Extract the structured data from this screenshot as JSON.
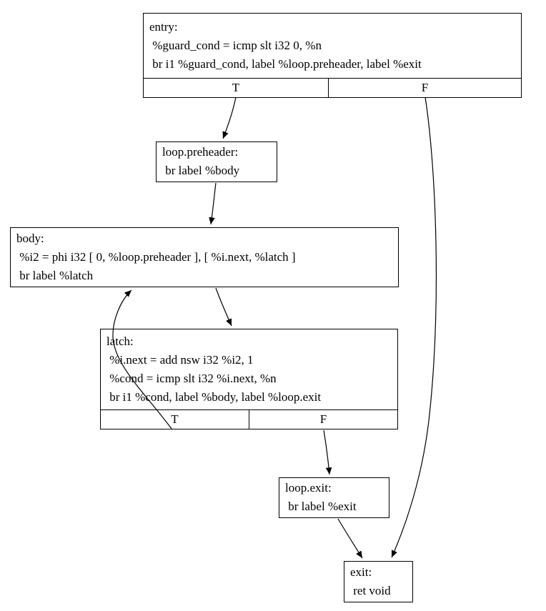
{
  "diagram": {
    "kind": "control-flow-graph",
    "colors": {
      "background": "#ffffff",
      "node_border": "#000000",
      "edge": "#000000",
      "text": "#000000"
    },
    "nodes": {
      "entry": {
        "lines": {
          "0": "entry:",
          "1": " %guard_cond = icmp slt i32 0, %n",
          "2": " br i1 %guard_cond, label %loop.preheader, label %exit"
        },
        "ports": {
          "t": "T",
          "f": "F"
        }
      },
      "loop_preheader": {
        "lines": {
          "0": "loop.preheader:",
          "1": " br label %body"
        }
      },
      "body": {
        "lines": {
          "0": "body:",
          "1": " %i2 = phi i32 [ 0, %loop.preheader ], [ %i.next, %latch ]",
          "2": " br label %latch"
        }
      },
      "latch": {
        "lines": {
          "0": "latch:",
          "1": " %i.next = add nsw i32 %i2, 1",
          "2": " %cond = icmp slt i32 %i.next, %n",
          "3": " br i1 %cond, label %body, label %loop.exit"
        },
        "ports": {
          "t": "T",
          "f": "F"
        }
      },
      "loop_exit": {
        "lines": {
          "0": "loop.exit:",
          "1": " br label %exit"
        }
      },
      "exit": {
        "lines": {
          "0": "exit:",
          "1": " ret void"
        }
      }
    },
    "edges": [
      {
        "from": "entry",
        "port": "T",
        "to": "loop.preheader"
      },
      {
        "from": "entry",
        "port": "F",
        "to": "exit"
      },
      {
        "from": "loop.preheader",
        "to": "body"
      },
      {
        "from": "body",
        "to": "latch"
      },
      {
        "from": "latch",
        "port": "T",
        "to": "body"
      },
      {
        "from": "latch",
        "port": "F",
        "to": "loop.exit"
      },
      {
        "from": "loop.exit",
        "to": "exit"
      }
    ]
  }
}
